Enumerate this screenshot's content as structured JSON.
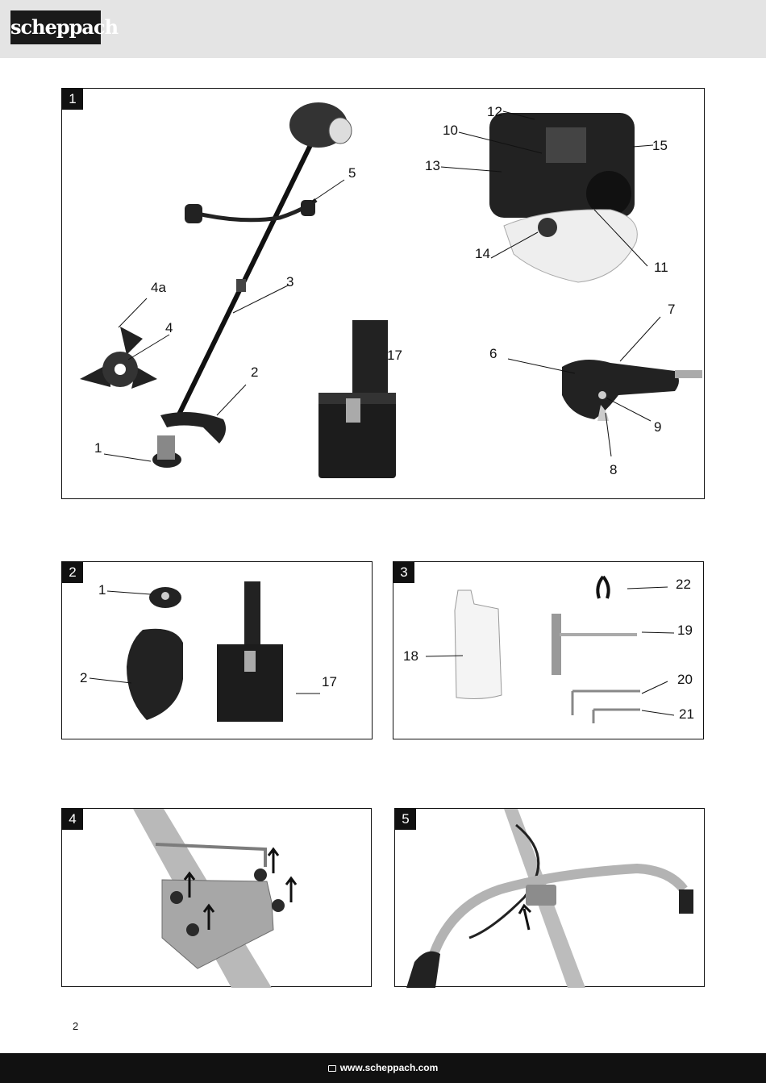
{
  "brand": {
    "logo_text": "scheppach"
  },
  "figures": [
    {
      "number": "1",
      "labels": [
        "1",
        "2",
        "3",
        "4",
        "4a",
        "5",
        "6",
        "7",
        "8",
        "9",
        "10",
        "11",
        "12",
        "13",
        "14",
        "15",
        "17"
      ]
    },
    {
      "number": "2",
      "labels": [
        "1",
        "2",
        "17"
      ]
    },
    {
      "number": "3",
      "labels": [
        "18",
        "19",
        "20",
        "21",
        "22"
      ]
    },
    {
      "number": "4"
    },
    {
      "number": "5"
    }
  ],
  "page_number": "2",
  "footer": {
    "url": "www.scheppach.com",
    "icon": "monitor-icon"
  }
}
